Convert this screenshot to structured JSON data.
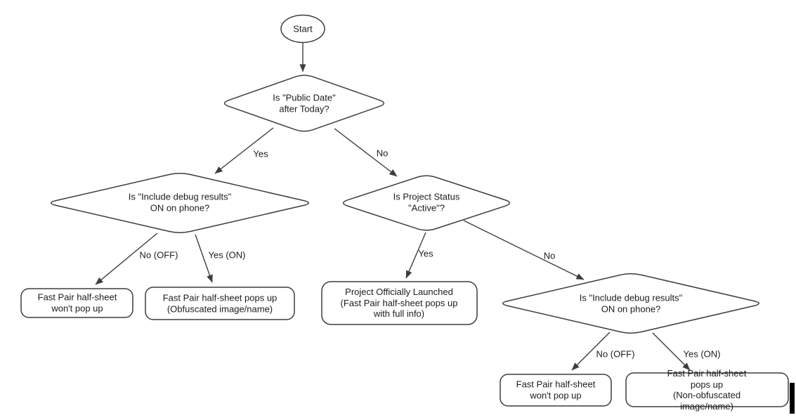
{
  "flowchart": {
    "colors": {
      "background": "#ffffff",
      "shape_stroke": "#3d3d3d",
      "shape_fill": "#ffffff",
      "arrow": "#3d3d3d",
      "text": "#1c1c1c",
      "caret": "#000000"
    },
    "nodes": {
      "start": {
        "type": "terminator",
        "label": "Start"
      },
      "public_date": {
        "type": "decision",
        "label": "Is \"Public Date\"\nafter Today?"
      },
      "debug_left": {
        "type": "decision",
        "label": "Is \"Include debug results\"\nON on phone?"
      },
      "project_status": {
        "type": "decision",
        "label": "Is Project Status\n\"Active\"?"
      },
      "debug_right": {
        "type": "decision",
        "label": "Is \"Include debug results\"\nON on phone?"
      },
      "no_popup_left": {
        "type": "process",
        "label": "Fast Pair half-sheet\nwon't pop up"
      },
      "obfuscated": {
        "type": "process",
        "label": "Fast Pair half-sheet pops up\n(Obfuscated image/name)"
      },
      "launched": {
        "type": "process",
        "label": "Project Officially Launched\n(Fast Pair half-sheet pops up\nwith full info)"
      },
      "no_popup_right": {
        "type": "process",
        "label": "Fast Pair half-sheet\nwon't pop up"
      },
      "non_obfuscated": {
        "type": "process",
        "label": "Fast Pair half-sheet pops up\n(Non-obfuscated image/name)"
      }
    },
    "edge_labels": {
      "public_date_yes": "Yes",
      "public_date_no": "No",
      "debug_left_no": "No (OFF)",
      "debug_left_yes": "Yes (ON)",
      "project_status_yes": "Yes",
      "project_status_no": "No",
      "debug_right_no": "No (OFF)",
      "debug_right_yes": "Yes (ON)"
    }
  }
}
